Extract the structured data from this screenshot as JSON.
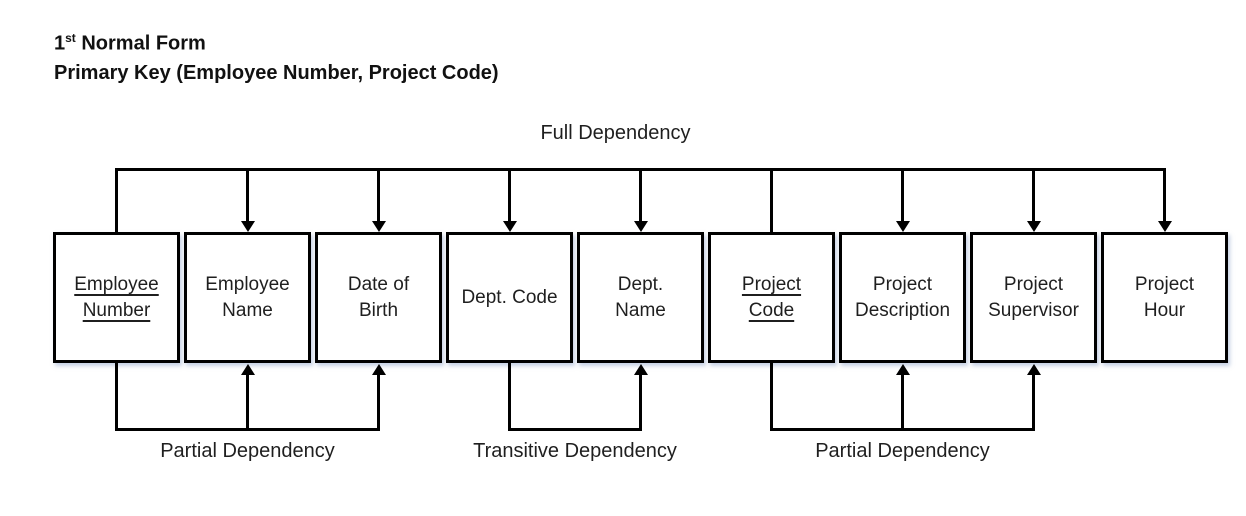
{
  "title": {
    "number": "1",
    "ordinal": "st",
    "rest": " Normal Form",
    "line2": "Primary Key (Employee Number, Project Code)"
  },
  "diagram": {
    "full_dependency_label": "Full Dependency",
    "boxes": [
      {
        "name": "employee-number",
        "label": "Employee\nNumber",
        "primary_key": true
      },
      {
        "name": "employee-name",
        "label": "Employee\nName",
        "primary_key": false
      },
      {
        "name": "date-of-birth",
        "label": "Date of\nBirth",
        "primary_key": false
      },
      {
        "name": "dept-code",
        "label": "Dept. Code",
        "primary_key": false
      },
      {
        "name": "dept-name",
        "label": "Dept.\nName",
        "primary_key": false
      },
      {
        "name": "project-code",
        "label": "Project\nCode",
        "primary_key": true
      },
      {
        "name": "project-description",
        "label": "Project\nDescription",
        "primary_key": false
      },
      {
        "name": "project-supervisor",
        "label": "Project\nSupervisor",
        "primary_key": false
      },
      {
        "name": "project-hour",
        "label": "Project\nHour",
        "primary_key": false
      }
    ],
    "full_dependency": {
      "sources": [
        0,
        5
      ],
      "targets": [
        1,
        2,
        3,
        4,
        6,
        7,
        8
      ]
    },
    "bottom_dependencies": [
      {
        "label": "Partial Dependency",
        "source": 0,
        "targets": [
          1,
          2
        ]
      },
      {
        "label": "Transitive Dependency",
        "source": 3,
        "targets": [
          4
        ]
      },
      {
        "label": "Partial Dependency",
        "source": 5,
        "targets": [
          6,
          7
        ]
      }
    ],
    "colors": {
      "line": "#000000",
      "text": "#1f1f1f",
      "box_border": "#000000",
      "box_background": "#ffffff",
      "box_shadow_tint": "#96aacd"
    }
  }
}
